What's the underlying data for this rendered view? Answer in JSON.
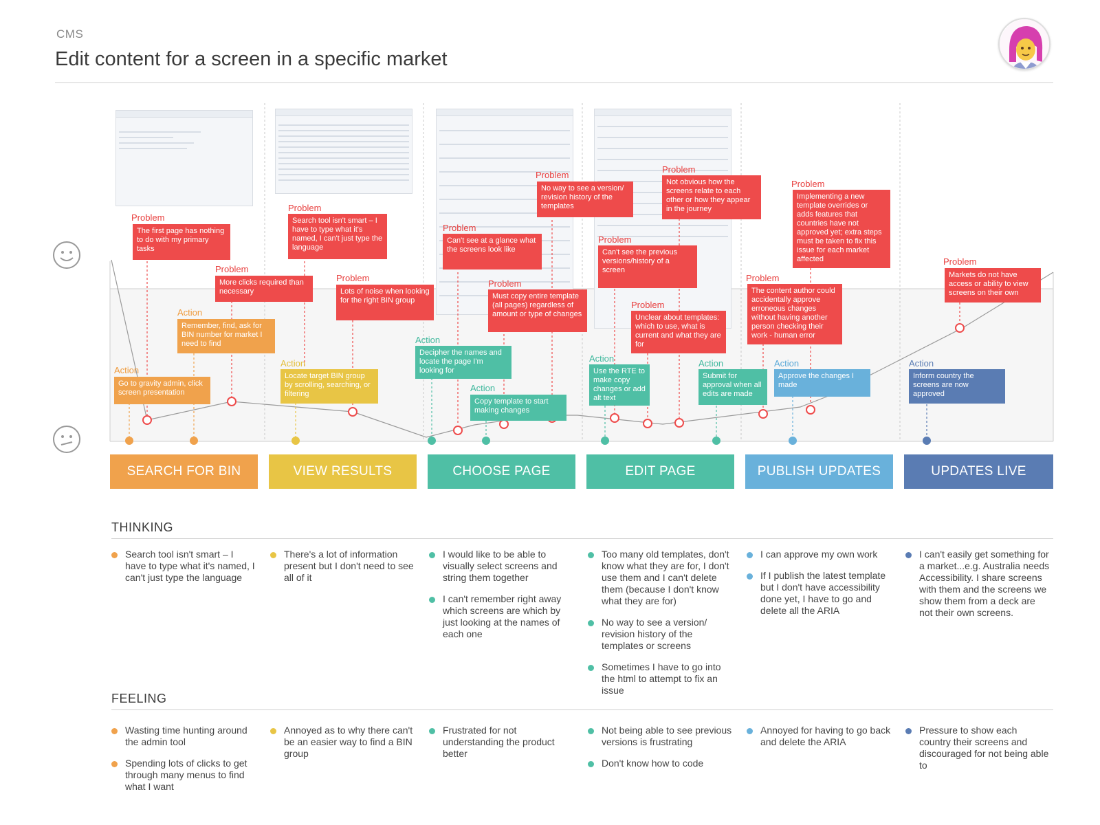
{
  "header": {
    "eyebrow": "CMS",
    "title": "Edit content for a screen in a specific market"
  },
  "icons": {
    "happy": "smiley-face-icon",
    "unhappy": "confused-face-icon",
    "persona": "persona-avatar-icon"
  },
  "labels": {
    "problem": "Problem",
    "action": "Action"
  },
  "colors": {
    "problem": "#ee4b4b",
    "search": "#f0a24c",
    "view": "#e8c545",
    "choose": "#4fbfa5",
    "edit": "#4fbfa5",
    "publish": "#69b1db",
    "live": "#5a7cb3"
  },
  "stages": [
    {
      "label": "SEARCH FOR BIN"
    },
    {
      "label": "VIEW RESULTS"
    },
    {
      "label": "CHOOSE PAGE"
    },
    {
      "label": "EDIT PAGE"
    },
    {
      "label": "PUBLISH UPDATES"
    },
    {
      "label": "UPDATES LIVE"
    }
  ],
  "problems": [
    "The first page has nothing to do with my primary tasks",
    "More clicks required than necessary",
    "Search tool isn't smart – I have to type what it's named, I can't just type the language",
    "Lots of noise when looking for the right BIN group",
    "Can't see at a glance what the screens look like",
    "No way to see a version/ revision history of the templates",
    "Must copy entire template (all pages) regardless of amount or type of changes",
    "Can't see the previous versions/history of a screen",
    "Not obvious how the screens relate to each other or how they appear in the journey",
    "Unclear about templates: which to use, what is current and what they are for",
    "Implementing a new template overrides or adds features that countries have not approved yet; extra steps must be taken to fix this issue for each market affected",
    "The content author could accidentally approve erroneous changes without having another person checking their work - human error",
    "Markets do not have access or ability to view screens on their own"
  ],
  "actions": [
    "Go to gravity admin, click screen presentation",
    "Remember, find, ask for BIN number for market I need to find",
    "Locate target BIN group by scrolling, searching, or filtering",
    "Decipher the names and locate the page I'm looking for",
    "Copy template to start making changes",
    "Use the RTE to make copy changes or add alt text",
    "Submit for approval when all edits are made",
    "Approve the changes I made",
    "Inform country the screens are now approved"
  ],
  "thinking": {
    "title": "THINKING",
    "columns": [
      [
        "Search tool isn't smart – I have to type what it's named, I can't just type the language"
      ],
      [
        "There's a lot of information present but I don't need to see all of it"
      ],
      [
        "I would like to be able to visually select screens and string them together",
        "I can't remember right away which screens are which by just looking at the names of each one"
      ],
      [
        "Too many old templates, don't know what they are for, I don't use them and I can't delete them (because I don't know what they are for)",
        "No way to see a version/ revision history of the templates or screens",
        "Sometimes I have to go into the html to attempt to fix an issue"
      ],
      [
        "I can approve my own work",
        "If I publish the latest template but I don't have accessibility done yet, I have to go and delete all the ARIA"
      ],
      [
        "I can't easily get something for a market...e.g. Australia needs Accessibility. I share screens with them and the screens we show them from a deck are not their own screens."
      ]
    ]
  },
  "feeling": {
    "title": "FEELING",
    "columns": [
      [
        "Wasting time hunting around the admin tool",
        "Spending lots of clicks to get through many menus to find what I want"
      ],
      [
        "Annoyed as to why there can't be an easier way to find a BIN group"
      ],
      [
        "Frustrated for not understanding the product better"
      ],
      [
        "Not being able to see previous versions is frustrating",
        "Don't know how to code"
      ],
      [
        "Annoyed for having to go back and delete the ARIA"
      ],
      [
        "Pressure to show each country their screens and discouraged for not being able to"
      ]
    ]
  }
}
